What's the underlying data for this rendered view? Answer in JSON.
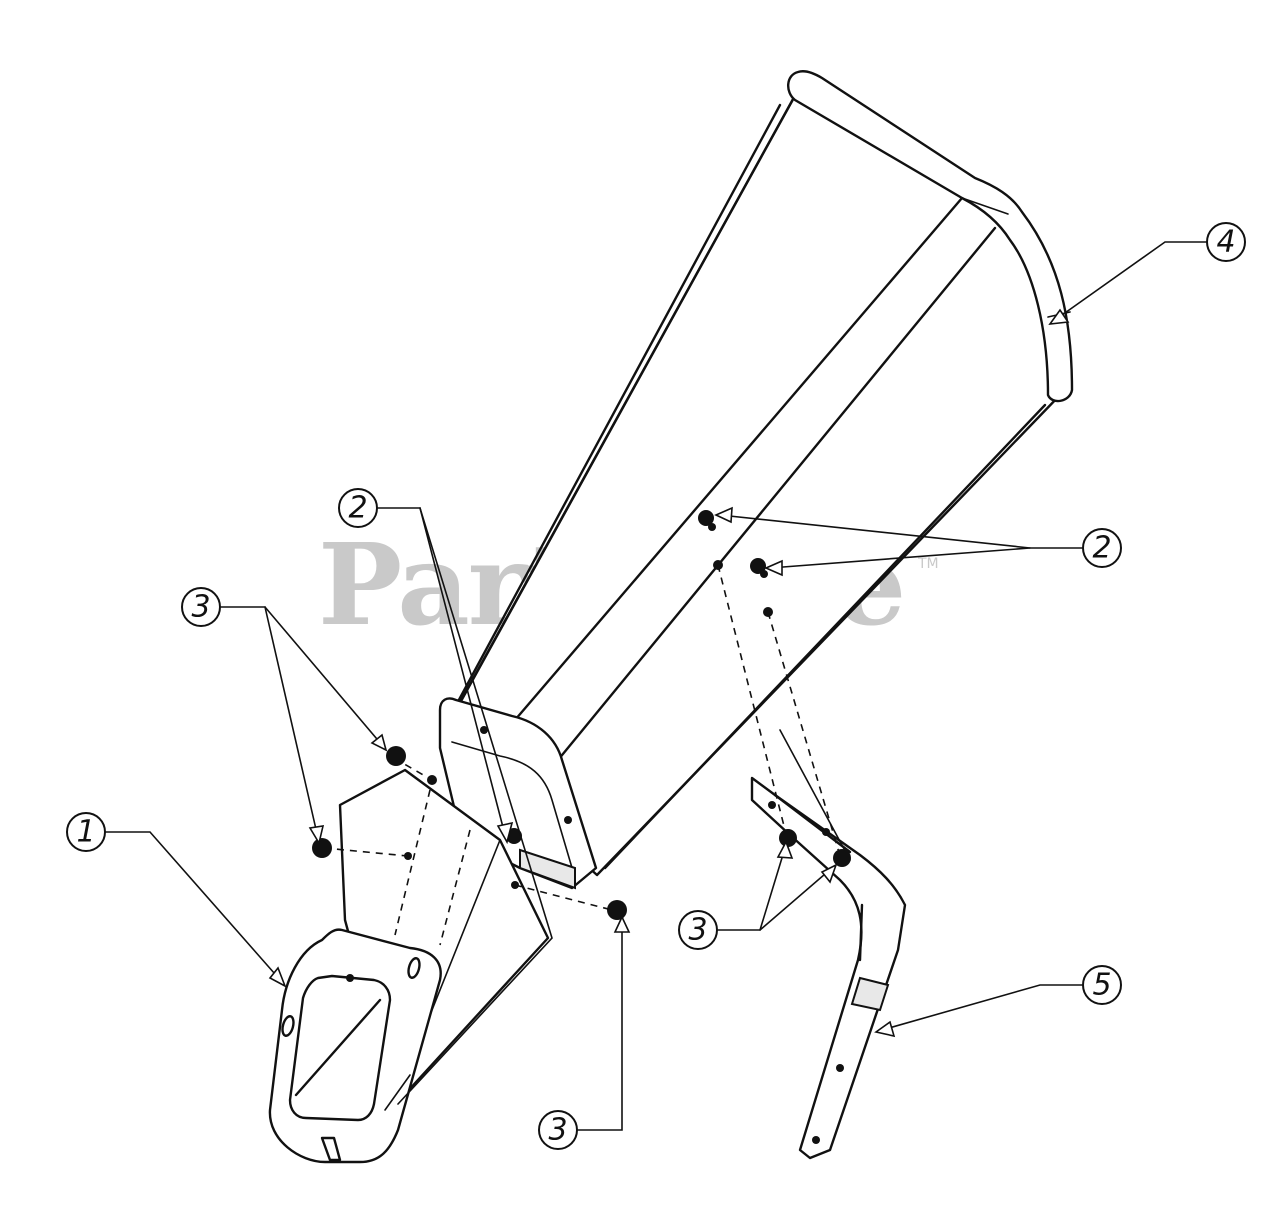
{
  "watermark": {
    "brand": "PartsTree",
    "trademark": "TM"
  },
  "callouts": [
    {
      "id": "callout-1",
      "label": "1"
    },
    {
      "id": "callout-2a",
      "label": "2"
    },
    {
      "id": "callout-2b",
      "label": "2"
    },
    {
      "id": "callout-3a",
      "label": "3"
    },
    {
      "id": "callout-3b",
      "label": "3"
    },
    {
      "id": "callout-3c",
      "label": "3"
    },
    {
      "id": "callout-4",
      "label": "4"
    },
    {
      "id": "callout-5",
      "label": "5"
    }
  ]
}
